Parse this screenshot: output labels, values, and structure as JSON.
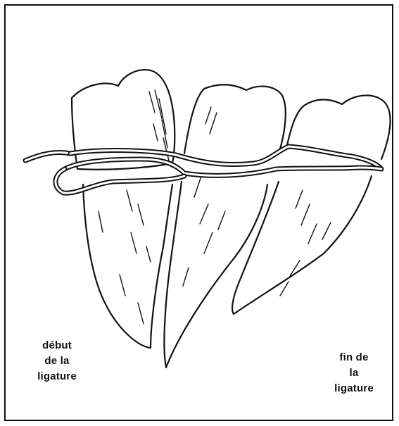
{
  "labels": {
    "start": [
      "début",
      "de la",
      "ligature"
    ],
    "end": [
      "fin de",
      "la",
      "ligature"
    ]
  },
  "colors": {
    "ink": "#111111",
    "background": "#ffffff"
  }
}
